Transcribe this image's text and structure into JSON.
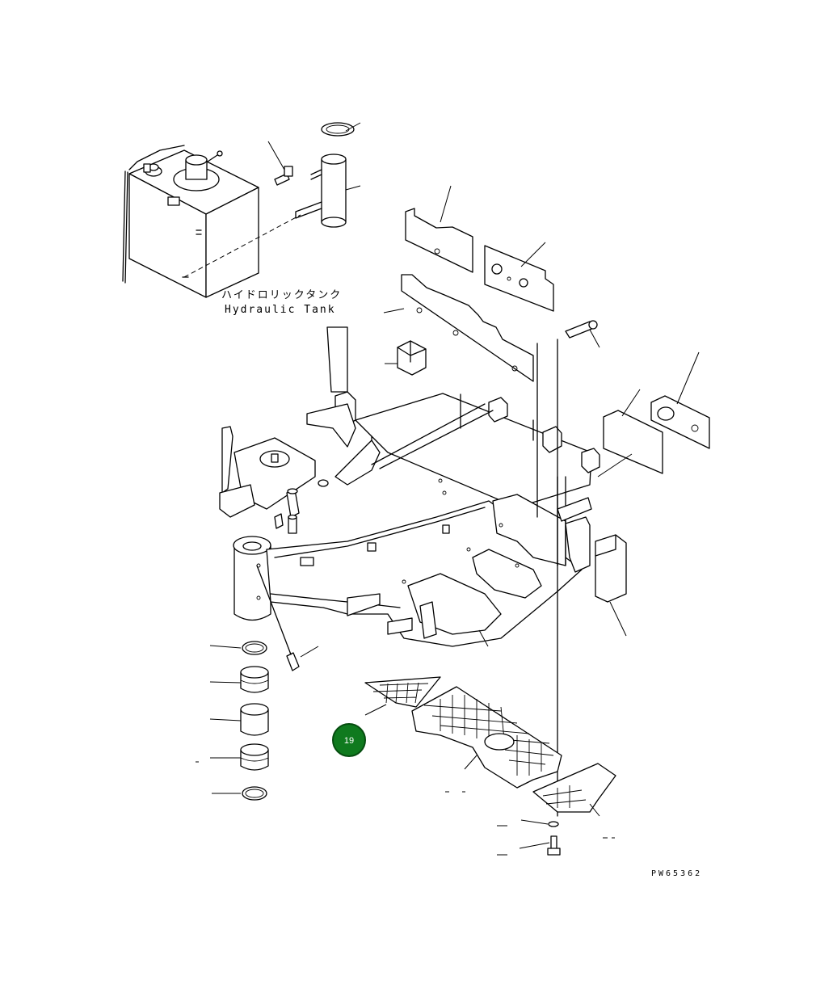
{
  "diagram": {
    "tank_label_jp": "ハイドロリックタンク",
    "tank_label_en": "Hydraulic Tank",
    "drawing_code": "PW65362"
  },
  "callouts": [
    {
      "number": "19",
      "color": "#0f7a1e"
    }
  ]
}
